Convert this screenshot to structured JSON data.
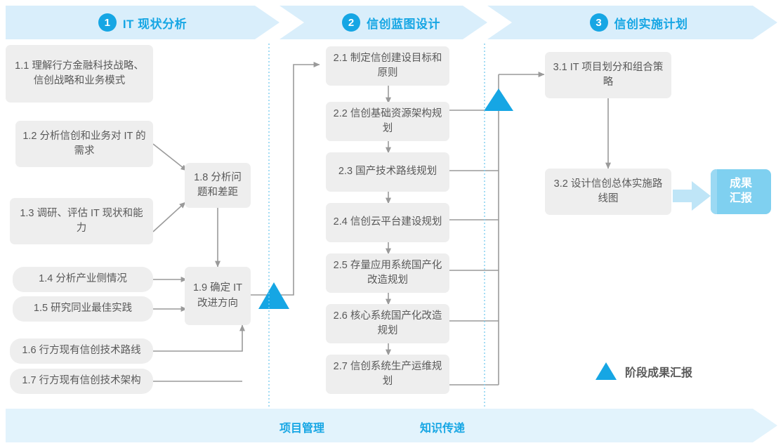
{
  "phases": [
    {
      "num": "1",
      "title": "IT 现状分析"
    },
    {
      "num": "2",
      "title": "信创蓝图设计"
    },
    {
      "num": "3",
      "title": "信创实施计划"
    }
  ],
  "phase1_tasks": [
    {
      "id": "1.1",
      "text": "1.1 理解行方金融科技战略、信创战略和业务模式"
    },
    {
      "id": "1.2",
      "text": "1.2 分析信创和业务对 IT 的需求"
    },
    {
      "id": "1.3",
      "text": "1.3 调研、评估 IT 现状和能力"
    },
    {
      "id": "1.4",
      "text": "1.4 分析产业侧情况"
    },
    {
      "id": "1.5",
      "text": "1.5 研究同业最佳实践"
    },
    {
      "id": "1.6",
      "text": "1.6 行方现有信创技术路线"
    },
    {
      "id": "1.7",
      "text": "1.7 行方现有信创技术架构"
    },
    {
      "id": "1.8",
      "text": "1.8 分析问题和差距"
    },
    {
      "id": "1.9",
      "text": "1.9 确定 IT 改进方向"
    }
  ],
  "phase2_tasks": [
    {
      "id": "2.1",
      "text": "2.1 制定信创建设目标和原则"
    },
    {
      "id": "2.2",
      "text": "2.2 信创基础资源架构规划"
    },
    {
      "id": "2.3",
      "text": "2.3 国产技术路线规划"
    },
    {
      "id": "2.4",
      "text": "2.4 信创云平台建设规划"
    },
    {
      "id": "2.5",
      "text": "2.5 存量应用系统国产化改造规划"
    },
    {
      "id": "2.6",
      "text": "2.6 核心系统国产化改造规划"
    },
    {
      "id": "2.7",
      "text": "2.7 信创系统生产运维规划"
    }
  ],
  "phase3_tasks": [
    {
      "id": "3.1",
      "text": "3.1 IT 项目划分和组合策略"
    },
    {
      "id": "3.2",
      "text": "3.2 设计信创总体实施路线图"
    }
  ],
  "result_box": {
    "text": "成果\n汇报",
    "line1": "成果",
    "line2": "汇报"
  },
  "legend": {
    "icon": "triangle-marker-icon",
    "text": "阶段成果汇报"
  },
  "footer": {
    "items": [
      "项目管理",
      "知识传递"
    ]
  },
  "colors": {
    "accent": "#16a6e4",
    "banner": "#d9eefb",
    "footer_band": "#e2f3fc",
    "box_fill": "#eeeeee",
    "box_text": "#595959",
    "result_fill": "#7fd0f0",
    "connector": "#9a9a9a",
    "divider": "#7ecdf0"
  }
}
